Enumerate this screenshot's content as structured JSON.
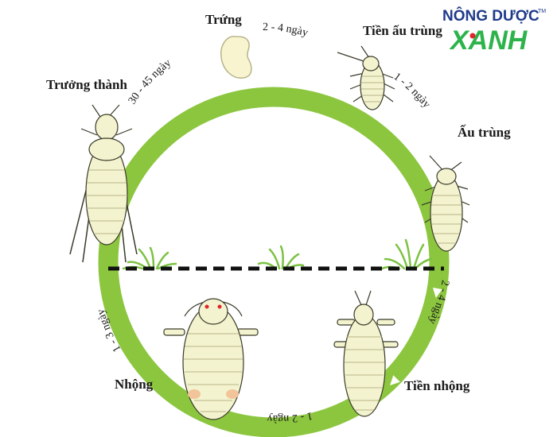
{
  "brand": {
    "line1": "NÔNG DƯỢC",
    "line2": "XANH",
    "tm": "TM",
    "color_line1": "#1f3a8a",
    "color_line2": "#2db34a",
    "dot_color": "#e0262b"
  },
  "colors": {
    "ring": "#8cc63f",
    "ground_line": "#111111",
    "grass": "#7cc242",
    "insect_body": "#f3f3cf",
    "insect_outline": "#3a3a2a"
  },
  "stages": {
    "egg": "Trứng",
    "prelarva": "Tiền ấu trùng",
    "larva": "Ấu trùng",
    "prepupa": "Tiền nhộng",
    "pupa": "Nhộng",
    "adult": "Trưởng thành"
  },
  "durations": {
    "egg_to_prelarva": "2 - 4 ngày",
    "prelarva_to_larva": "1 - 2 ngày",
    "larva_to_prepupa": "2 - 4 ngày",
    "prepupa_to_pupa": "1 - 2 ngày",
    "pupa_to_adult": "1 - 3 ngày",
    "adult_to_egg": "30 - 45 ngày"
  },
  "icons": {
    "egg": "egg-icon",
    "prelarva": "prelarva-insect-icon",
    "larva": "larva-insect-icon",
    "prepupa": "prepupa-insect-icon",
    "pupa": "pupa-insect-icon",
    "adult": "adult-thrips-icon",
    "grass": "grass-icon",
    "arrow": "direction-arrow-icon"
  }
}
